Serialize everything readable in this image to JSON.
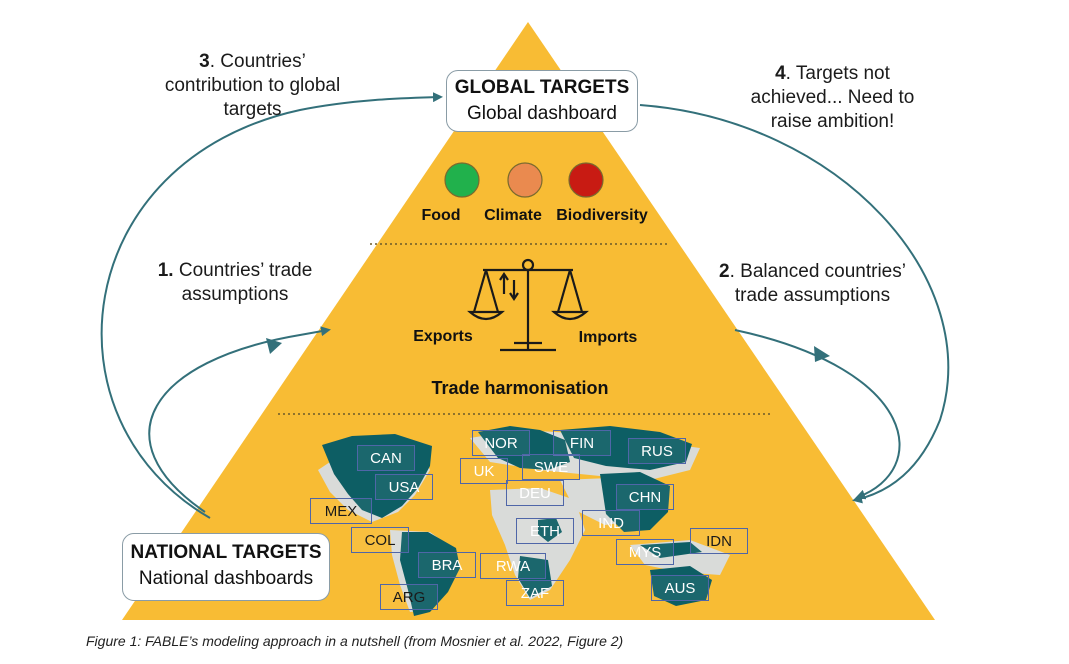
{
  "global_box": {
    "title": "GLOBAL TARGETS",
    "subtitle": "Global dashboard"
  },
  "national_box": {
    "title": "NATIONAL TARGETS",
    "subtitle": "National dashboards"
  },
  "dashboard": [
    {
      "label": "Food",
      "color": "#21b14c"
    },
    {
      "label": "Climate",
      "color": "#ea8a4f"
    },
    {
      "label": "Biodiversity",
      "color": "#c81b13"
    }
  ],
  "trade": {
    "exports": "Exports",
    "imports": "Imports",
    "title": "Trade harmonisation"
  },
  "steps": {
    "s1": {
      "num": "1.",
      "text_line1": "Countries’ trade",
      "text_line2": "assumptions"
    },
    "s2": {
      "num": "2",
      "text_line1": ". Balanced countries’",
      "text_line2": "trade assumptions"
    },
    "s3": {
      "num": "3",
      "text_line1": ". Countries’",
      "text_line2": "contribution to global",
      "text_line3": "targets"
    },
    "s4": {
      "num": "4",
      "text_line1": ". Targets not",
      "text_line2": "achieved... Need to",
      "text_line3": "raise ambition!"
    }
  },
  "countries": [
    "NOR",
    "FIN",
    "RUS",
    "CAN",
    "UK",
    "SWE",
    "USA",
    "DEU",
    "CHN",
    "MEX",
    "IND",
    "ETH",
    "IDN",
    "COL",
    "MYS",
    "BRA",
    "RWA",
    "ARG",
    "ZAF",
    "AUS"
  ],
  "colors": {
    "pyramid": "#f8bc34",
    "map": "#0d5e64",
    "arrow": "#33707a",
    "box_border": "#8a9ca6"
  },
  "caption": "Figure 1: FABLE’s modeling approach in a nutshell (from Mosnier et al. 2022, Figure 2)"
}
